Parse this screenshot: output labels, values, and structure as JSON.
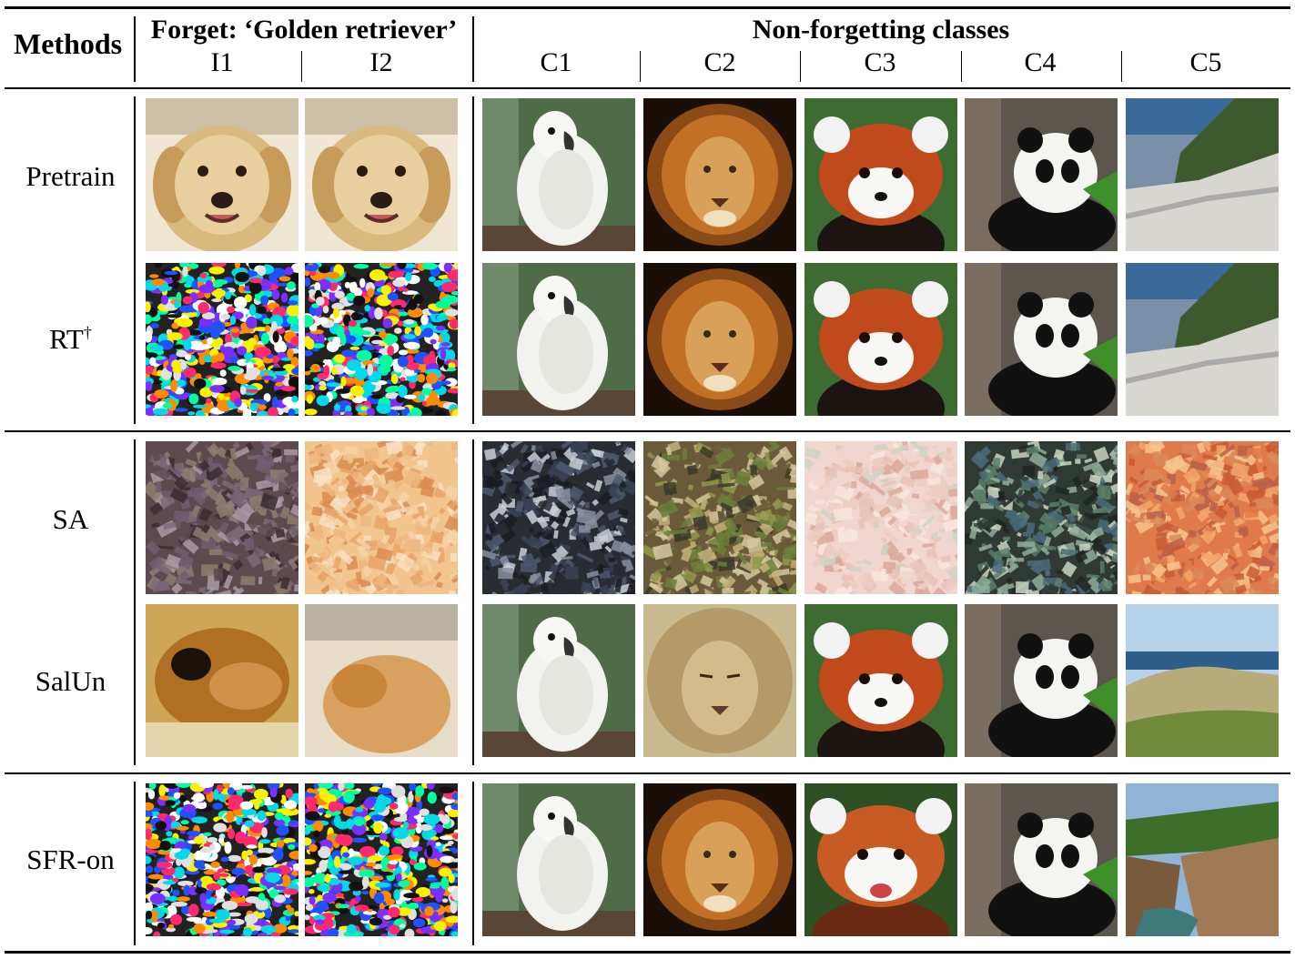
{
  "header": {
    "methods": "Methods",
    "forget": "Forget: ‘Golden retriever’",
    "non_forgetting": "Non-forgetting classes",
    "columns": [
      "I1",
      "I2",
      "C1",
      "C2",
      "C3",
      "C4",
      "C5"
    ]
  },
  "methods": [
    {
      "label": "Pretrain",
      "sup": ""
    },
    {
      "label": "RT",
      "sup": "†"
    },
    {
      "label": "SA",
      "sup": ""
    },
    {
      "label": "SalUn",
      "sup": ""
    },
    {
      "label": "SFR-on",
      "sup": ""
    }
  ],
  "images": [
    [
      "golden-retriever",
      "golden-retriever",
      "cockatoo",
      "lion",
      "red-panda",
      "panda",
      "cliff"
    ],
    [
      "noise",
      "noise",
      "cockatoo",
      "lion",
      "red-panda",
      "panda",
      "cliff"
    ],
    [
      "abstract-purple",
      "abstract-peach",
      "abstract-dark",
      "abstract-green",
      "abstract-pink",
      "abstract-teal",
      "abstract-orange"
    ],
    [
      "blurred-dog",
      "blurred-dog-light",
      "cockatoo",
      "lion-pale",
      "red-panda",
      "panda",
      "coast"
    ],
    [
      "noise",
      "noise",
      "cockatoo",
      "lion",
      "red-panda-open",
      "panda",
      "canyon"
    ]
  ]
}
